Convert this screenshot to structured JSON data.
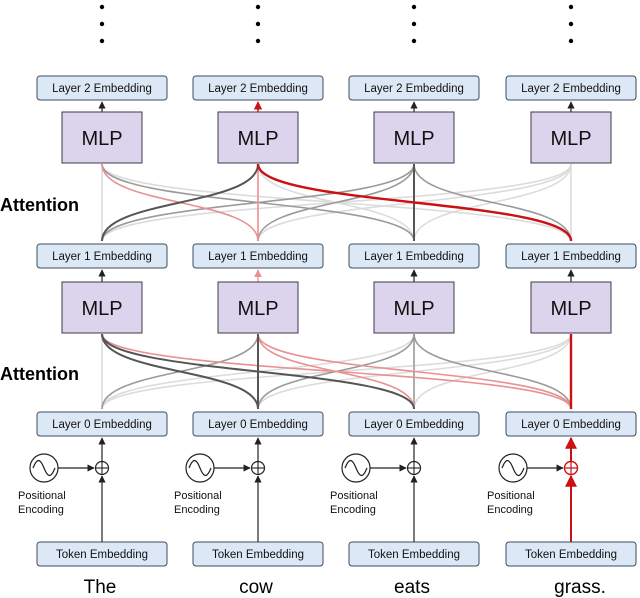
{
  "tokens": [
    {
      "word": "The"
    },
    {
      "word": "cow"
    },
    {
      "word": "eats"
    },
    {
      "word": "grass."
    }
  ],
  "labels": {
    "token_embedding": "Token Embedding",
    "positional_encoding_line1": "Positional",
    "positional_encoding_line2": "Encoding",
    "layer0": "Layer 0 Embedding",
    "layer1": "Layer 1 Embedding",
    "layer2": "Layer 2 Embedding",
    "mlp": "MLP",
    "attention": "Attention"
  },
  "colors": {
    "highlight_red": "#cc1111",
    "light_red": "#e99090",
    "dark_gray": "#555555",
    "mid_gray": "#9a9a9a",
    "light_gray": "#dcdcdc",
    "embedding_fill": "#dde8f6",
    "mlp_fill": "#dcd3ec"
  },
  "attention_layer1": [
    {
      "from": 0,
      "to": 0,
      "color": "light_gray"
    },
    {
      "from": 0,
      "to": 1,
      "color": "mid_gray"
    },
    {
      "from": 0,
      "to": 2,
      "color": "light_gray"
    },
    {
      "from": 0,
      "to": 3,
      "color": "light_gray"
    },
    {
      "from": 1,
      "to": 0,
      "color": "dark_gray"
    },
    {
      "from": 1,
      "to": 1,
      "color": "dark_gray"
    },
    {
      "from": 1,
      "to": 2,
      "color": "mid_gray"
    },
    {
      "from": 1,
      "to": 3,
      "color": "light_gray"
    },
    {
      "from": 2,
      "to": 0,
      "color": "dark_gray"
    },
    {
      "from": 2,
      "to": 1,
      "color": "light_red"
    },
    {
      "from": 2,
      "to": 2,
      "color": "mid_gray"
    },
    {
      "from": 2,
      "to": 3,
      "color": "light_gray"
    },
    {
      "from": 3,
      "to": 0,
      "color": "light_red"
    },
    {
      "from": 3,
      "to": 1,
      "color": "light_red"
    },
    {
      "from": 3,
      "to": 2,
      "color": "mid_gray"
    },
    {
      "from": 3,
      "to": 3,
      "color": "highlight_red"
    }
  ],
  "attention_layer2": [
    {
      "from": 0,
      "to": 0,
      "color": "light_gray"
    },
    {
      "from": 0,
      "to": 1,
      "color": "dark_gray"
    },
    {
      "from": 0,
      "to": 2,
      "color": "mid_gray"
    },
    {
      "from": 0,
      "to": 3,
      "color": "light_gray"
    },
    {
      "from": 1,
      "to": 0,
      "color": "light_red"
    },
    {
      "from": 1,
      "to": 1,
      "color": "light_red"
    },
    {
      "from": 1,
      "to": 2,
      "color": "mid_gray"
    },
    {
      "from": 1,
      "to": 3,
      "color": "light_gray"
    },
    {
      "from": 2,
      "to": 0,
      "color": "mid_gray"
    },
    {
      "from": 2,
      "to": 1,
      "color": "light_gray"
    },
    {
      "from": 2,
      "to": 2,
      "color": "dark_gray"
    },
    {
      "from": 2,
      "to": 3,
      "color": "light_gray"
    },
    {
      "from": 3,
      "to": 0,
      "color": "light_gray"
    },
    {
      "from": 3,
      "to": 1,
      "color": "highlight_red"
    },
    {
      "from": 3,
      "to": 2,
      "color": "mid_gray"
    },
    {
      "from": 3,
      "to": 3,
      "color": "light_gray"
    }
  ],
  "highlight_path": {
    "column": 3,
    "up_to_layer2_column": 1
  }
}
